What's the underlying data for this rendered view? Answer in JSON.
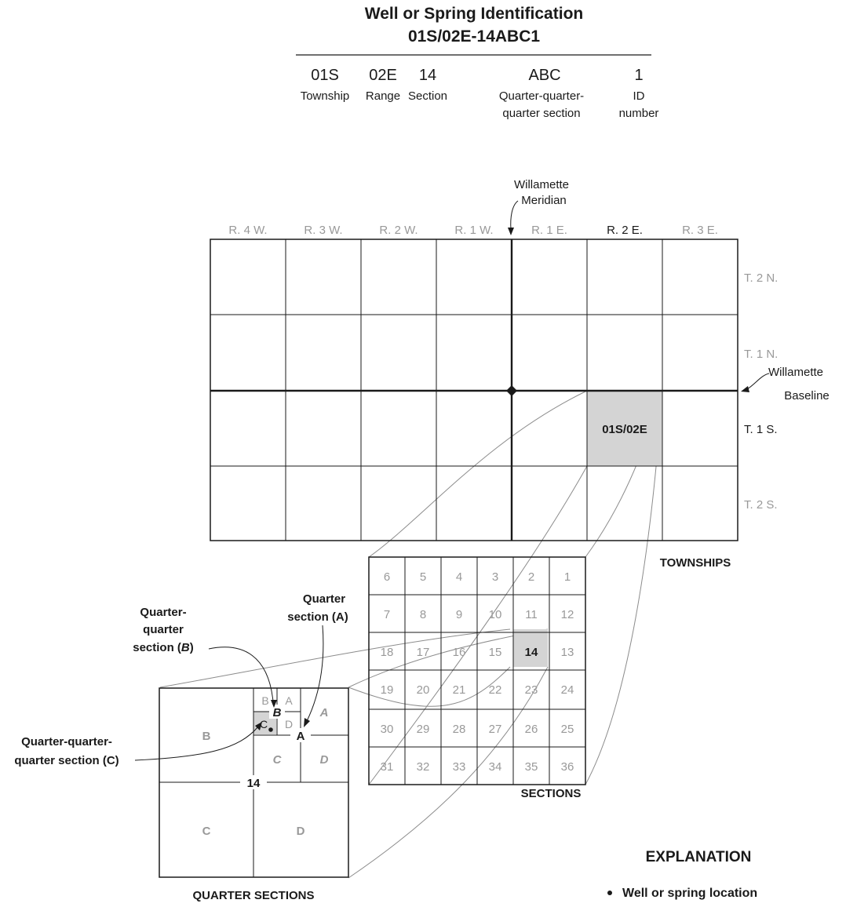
{
  "title": {
    "line1": "Well or Spring Identification",
    "line2": "01S/02E-14ABC1"
  },
  "id_parts": [
    {
      "code": "01S",
      "label1": "Township",
      "label2": ""
    },
    {
      "code": "02E",
      "label1": "Range",
      "label2": ""
    },
    {
      "code": "14",
      "label1": "Section",
      "label2": ""
    },
    {
      "code": "ABC",
      "label1": "Quarter-quarter-",
      "label2": "quarter section"
    },
    {
      "code": "1",
      "label1": "ID",
      "label2": "number"
    }
  ],
  "meridian": {
    "line1": "Willamette",
    "line2": "Meridian"
  },
  "baseline": {
    "line1": "Willamette",
    "line2": "Baseline"
  },
  "ranges": [
    "R. 4 W.",
    "R. 3 W.",
    "R. 2 W.",
    "R. 1 W.",
    "R. 1 E.",
    "R. 2 E.",
    "R. 3 E."
  ],
  "townships": [
    "T. 2 N.",
    "T. 1 N.",
    "T. 1 S.",
    "T. 2 S."
  ],
  "highlight_range": "R. 2 E.",
  "highlight_township": "T. 1 S.",
  "highlight_cell_label": "01S/02E",
  "townships_caption": "TOWNSHIPS",
  "sections": [
    [
      6,
      5,
      4,
      3,
      2,
      1
    ],
    [
      7,
      8,
      9,
      10,
      11,
      12
    ],
    [
      18,
      17,
      16,
      15,
      14,
      13
    ],
    [
      19,
      20,
      21,
      22,
      23,
      24
    ],
    [
      30,
      29,
      28,
      27,
      26,
      25
    ],
    [
      31,
      32,
      33,
      34,
      35,
      36
    ]
  ],
  "highlight_section": 14,
  "sections_caption": "SECTIONS",
  "quarter_sections": {
    "quarters": [
      "B",
      "C",
      "D"
    ],
    "subquarters": [
      "A",
      "C",
      "D"
    ],
    "subsubquarters": [
      "B",
      "A",
      "C",
      "D"
    ],
    "marker_A": "A",
    "marker_B": "B",
    "section_number": "14",
    "caption": "QUARTER SECTIONS"
  },
  "callouts": {
    "quarter_quarter": [
      "Quarter-",
      "quarter",
      "section (",
      "B",
      ")"
    ],
    "quarter": [
      "Quarter",
      "section (A)"
    ],
    "qqq": [
      "Quarter-quarter-",
      "quarter section (C)"
    ]
  },
  "explanation": {
    "heading": "EXPLANATION",
    "item": "Well or spring location"
  },
  "colors": {
    "line": "#1a1a1a",
    "gray_text": "#999999",
    "highlight_fill": "#d4d4d4",
    "curve": "#8c8c8c"
  }
}
